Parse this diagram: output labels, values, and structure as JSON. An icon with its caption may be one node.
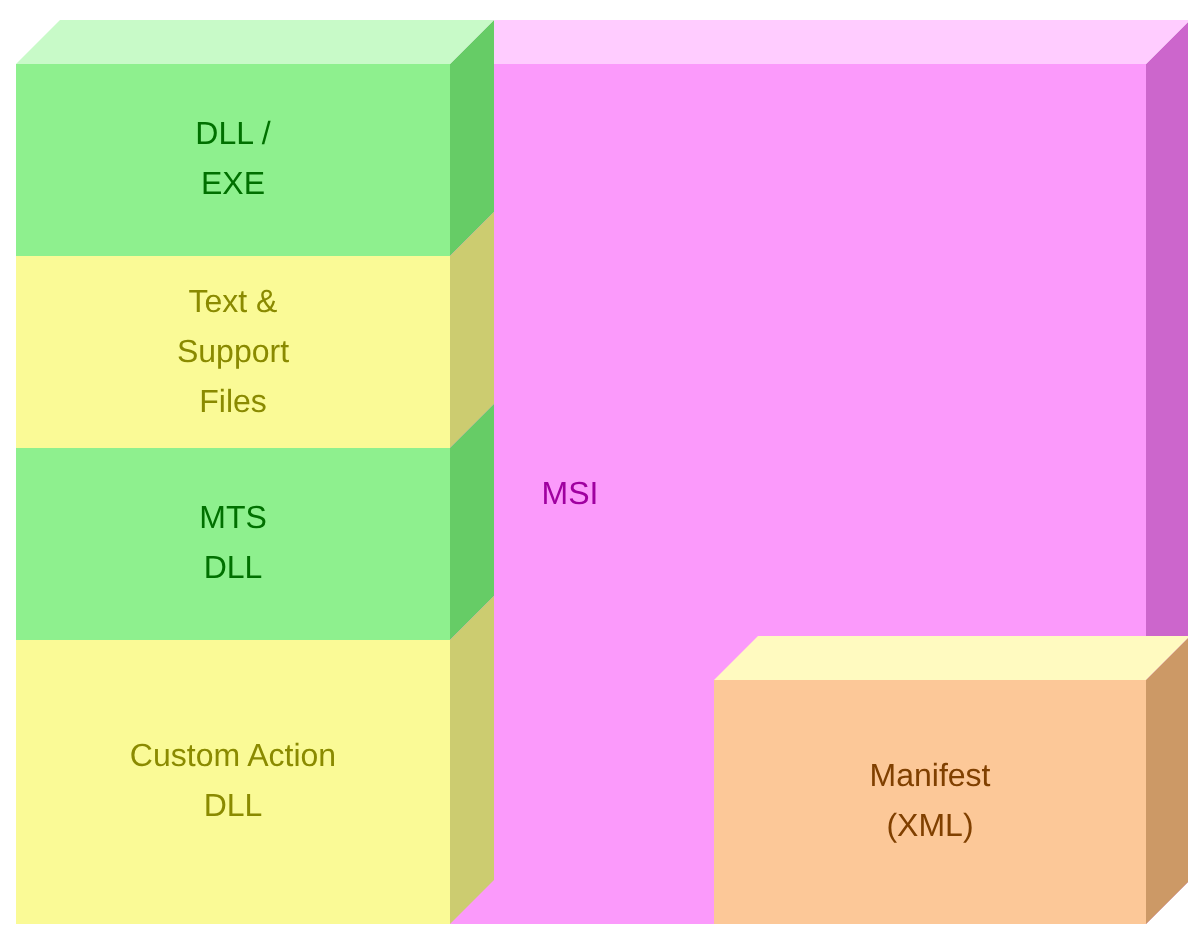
{
  "diagram": {
    "nodes": [
      {
        "text": [
          "DLL / EXE"
        ]
      },
      {
        "text": [
          "Text & Support Files"
        ]
      },
      {
        "text": [
          "MTS DLL"
        ]
      },
      {
        "text": [
          "Custom Action DLL"
        ]
      },
      {
        "text": [
          "MSI"
        ]
      },
      {
        "text": [
          "Manifest (XML)"
        ],
        "in": 4
      }
    ]
  }
}
